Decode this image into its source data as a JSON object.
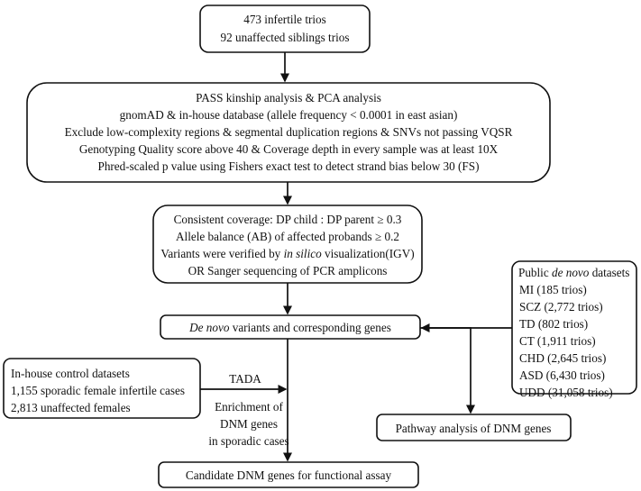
{
  "nodes": {
    "trios": {
      "lines": [
        "473 infertile trios",
        "92 unaffected siblings trios"
      ]
    },
    "filters": {
      "lines": [
        "PASS kinship analysis &  PCA analysis",
        "gnomAD & in-house database (allele frequency < 0.0001 in east asian)",
        "Exclude low-complexity regions & segmental duplication regions & SNVs not passing VQSR",
        "Genotyping Quality score above 40 & Coverage depth in every sample was at least 10X",
        "Phred-scaled p value using Fishers exact test to detect strand bias below 30 (FS)"
      ]
    },
    "validation": {
      "line1": "Consistent coverage: DP child : DP parent ≥ 0.3",
      "line2": "Allele balance (AB) of affected probands ≥ 0.2",
      "line3_pre": "Variants were verified by ",
      "line3_italic": "in silico",
      "line3_post": " visualization(IGV)",
      "line4": "OR Sanger sequencing of PCR amplicons"
    },
    "denovo": {
      "italic": "De novo",
      "rest": " variants and corresponding genes"
    },
    "public": {
      "title_pre": "Public ",
      "title_italic": "de novo",
      "title_post": " datasets",
      "items": [
        "MI (185 trios)",
        "SCZ (2,772 trios)",
        "TD (802 trios)",
        "CT (1,911 trios)",
        "CHD (2,645 trios)",
        "ASD (6,430 trios)",
        "UDD (31,058 trios)"
      ]
    },
    "inhouse": {
      "lines": [
        "In-house control datasets",
        "1,155 sporadic female infertile cases",
        "2,813 unaffected females"
      ]
    },
    "pathway": {
      "label": "Pathway analysis of DNM genes"
    },
    "candidate": {
      "label": "Candidate DNM genes for functional assay"
    }
  },
  "edge_labels": {
    "tada": "TADA",
    "enrichment": [
      "Enrichment of",
      "DNM genes",
      "in sporadic cases"
    ]
  }
}
